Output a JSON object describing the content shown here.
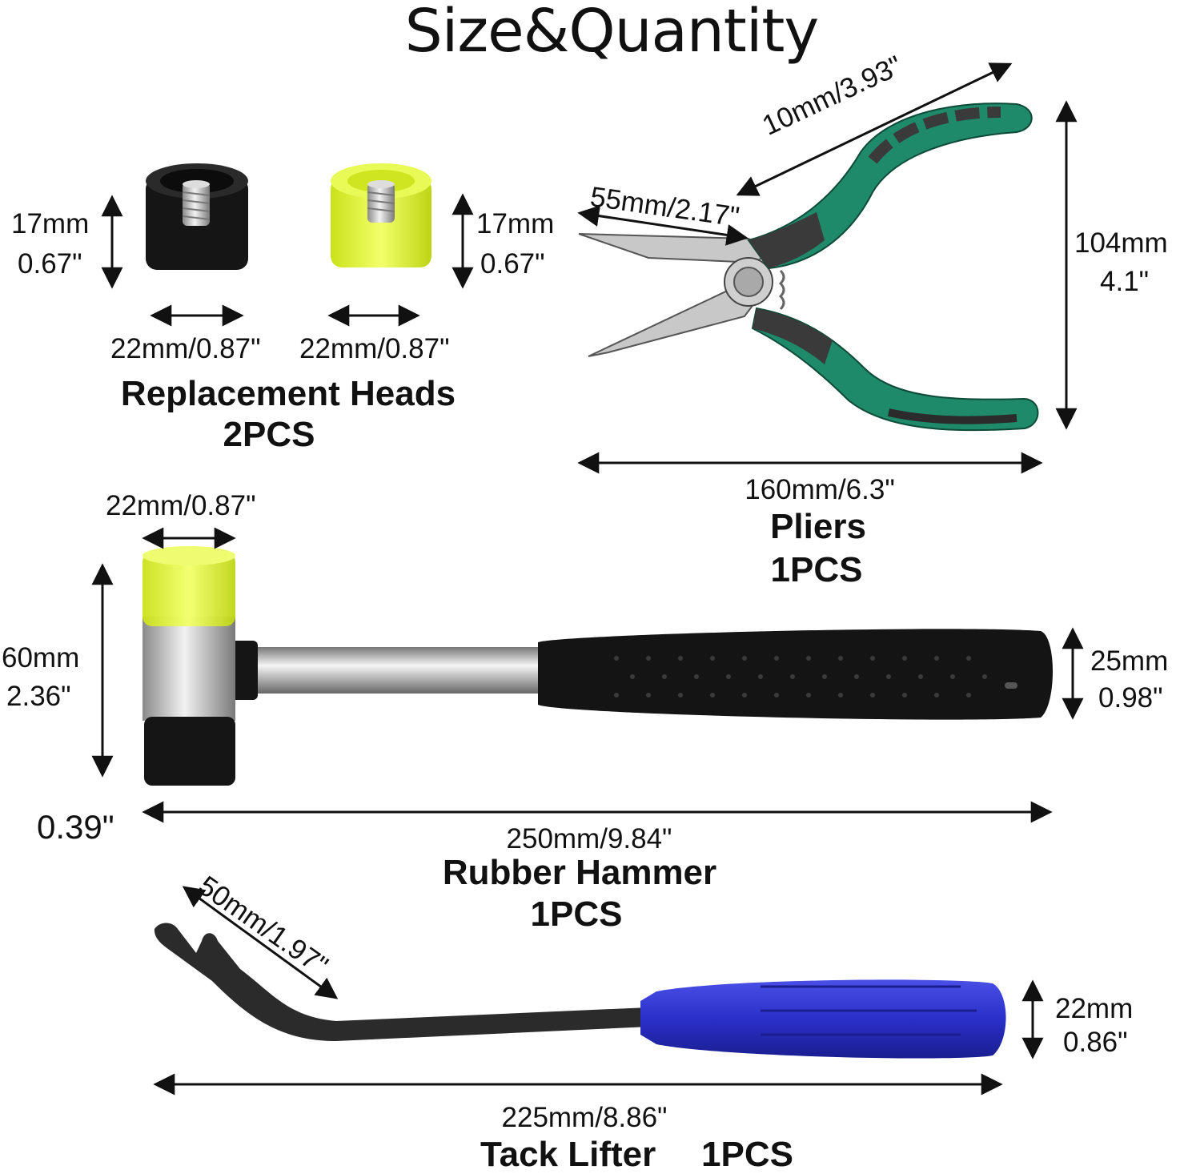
{
  "title": "Size&Quantity",
  "colors": {
    "arrow": "#111111",
    "plier_handle": "#1e8a6a",
    "plier_grip": "#3a3a3a",
    "metal": "#bdbdbd",
    "rubber_black": "#151515",
    "rubber_clear": "#d9f02a",
    "tack_handle": "#2a2fc9",
    "tack_shaft": "#2b2b2b"
  },
  "replacement_heads": {
    "black_head": {
      "height_label_1": "17mm",
      "height_label_2": "0.67\"",
      "width_label": "22mm/0.87\""
    },
    "clear_head": {
      "height_label_1": "17mm",
      "height_label_2": "0.67\"",
      "width_label": "22mm/0.87\""
    },
    "name": "Replacement Heads",
    "quantity": "2PCS"
  },
  "pliers": {
    "diag_label": "10mm/3.93\"",
    "jaw_label": "55mm/2.17\"",
    "height_label_1": "104mm",
    "height_label_2": "4.1\"",
    "length_label": "160mm/6.3\"",
    "name": "Pliers",
    "quantity": "1PCS"
  },
  "hammer": {
    "head_width_label": "22mm/0.87\"",
    "height_label_1": "60mm",
    "height_label_2": "2.36\"",
    "handle_label_1": "25mm",
    "handle_label_2": "0.98\"",
    "extra_label": "0.39\"",
    "length_label": "250mm/9.84\"",
    "name": "Rubber Hammer",
    "quantity": "1PCS"
  },
  "tack_lifter": {
    "tip_label": "50mm/1.97\"",
    "handle_label_1": "22mm",
    "handle_label_2": "0.86\"",
    "length_label": "225mm/8.86\"",
    "name": "Tack Lifter",
    "quantity": "1PCS"
  }
}
